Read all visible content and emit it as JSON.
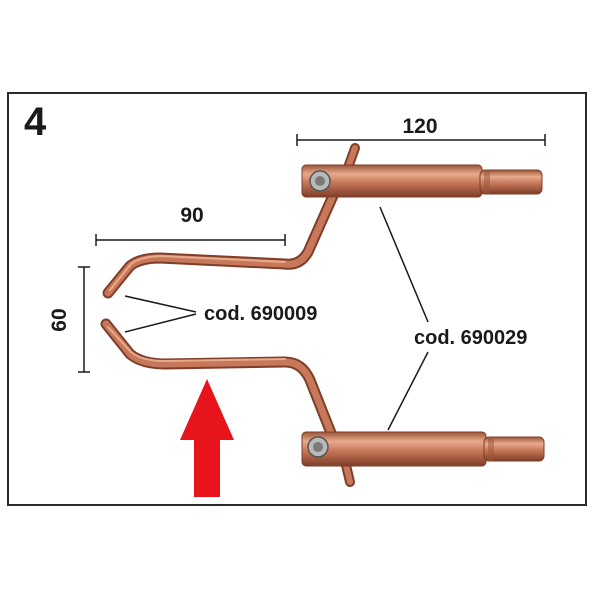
{
  "figure": {
    "number": "4"
  },
  "dimensions": {
    "top_length": "120",
    "arm_length": "90",
    "gap": "60"
  },
  "callouts": {
    "arm_code": "cod. 690009",
    "holder_code": "cod. 690029"
  },
  "colors": {
    "copper": "#c8785a",
    "copper_dark": "#8e4a32",
    "copper_light": "#e8aa8c",
    "arrow": "#e8141b",
    "line": "#1a1a1a"
  },
  "icons": {
    "indicator": "up-arrow-icon"
  }
}
